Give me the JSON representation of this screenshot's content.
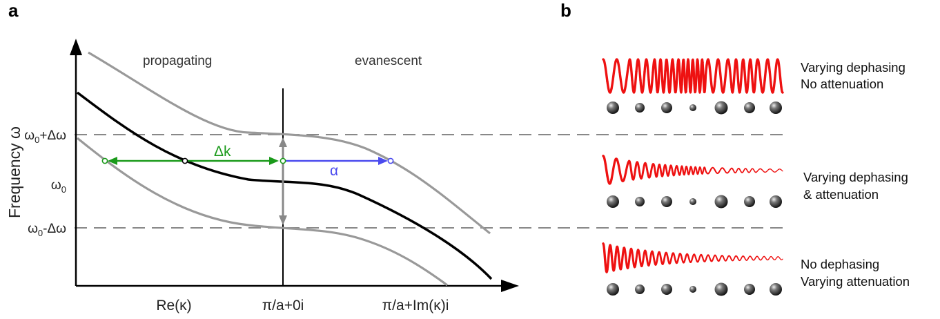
{
  "panel_a": {
    "letter": "a",
    "y_axis_title": "Frequency ω",
    "y_ticks": [
      {
        "base": "ω",
        "sub": "0",
        "tail": "+Δω"
      },
      {
        "base": "ω",
        "sub": "0",
        "tail": ""
      },
      {
        "base": "ω",
        "sub": "0",
        "tail": "-Δω"
      }
    ],
    "x_tick_left": "Re(κ)",
    "x_tick_mid": "π/a+0i",
    "x_tick_right": "π/a+Im(κ)i",
    "region_left": "propagating",
    "region_right": "evanescent",
    "delta_k_label": "Δk",
    "alpha_label": "α",
    "colors": {
      "main_curve": "#000000",
      "side_curves": "#999999",
      "delta_k": "#1a9a1a",
      "alpha": "#4a4aee",
      "guide": "#888888"
    }
  },
  "panel_b": {
    "letter": "b",
    "rows": [
      {
        "line1": "Varying dephasing",
        "line2": "No attenuation"
      },
      {
        "line1": "Varying dephasing",
        "line2": "& attenuation"
      },
      {
        "line1": "No dephasing",
        "line2": "Varying attenuation"
      }
    ],
    "colors": {
      "wave": "#ee1111",
      "sphere": "#333333"
    }
  }
}
